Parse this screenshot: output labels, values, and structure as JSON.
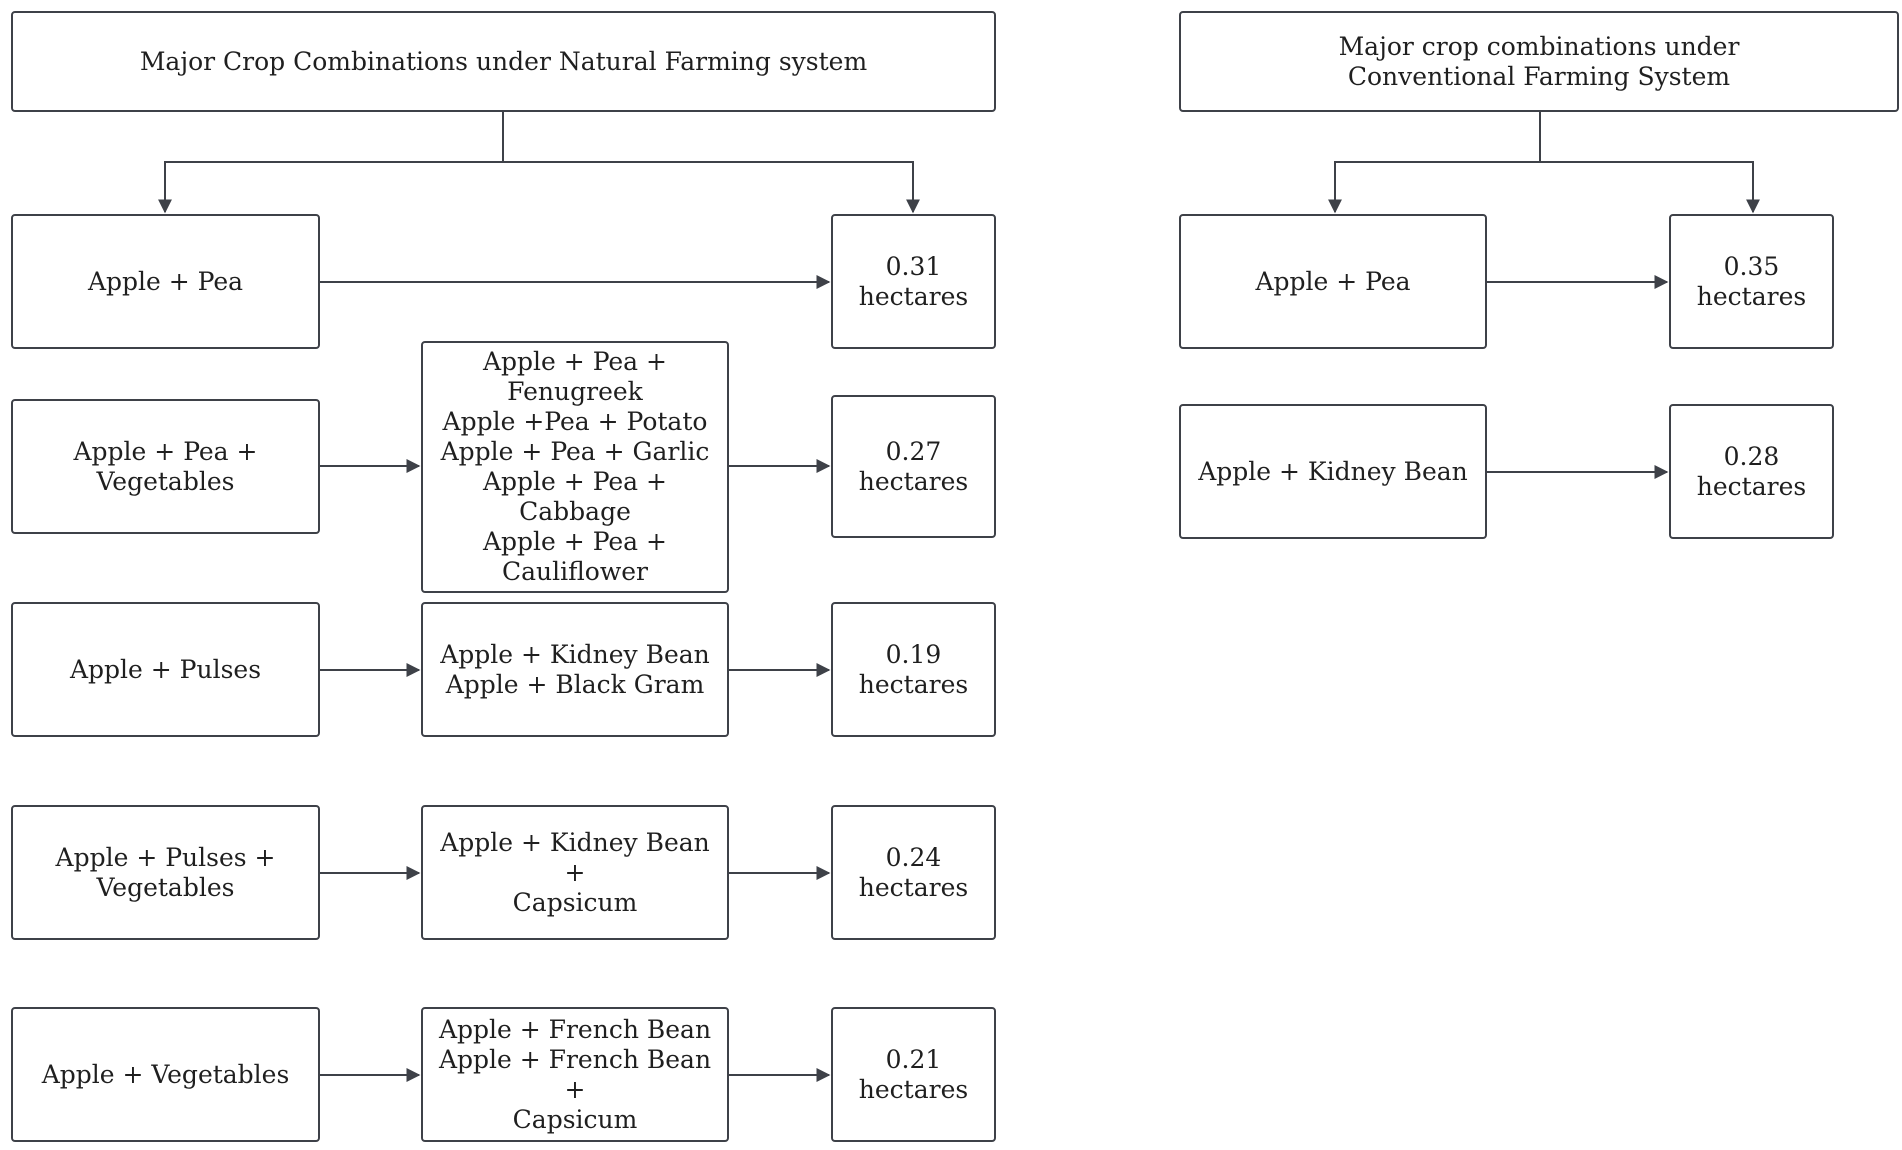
{
  "natural": {
    "title": "Major Crop Combinations under Natural Farming system",
    "rows": [
      {
        "group": "Apple + Pea",
        "combinations": [],
        "area": [
          "0.31",
          "hectares"
        ]
      },
      {
        "group": "Apple + Pea + Vegetables",
        "combinations": [
          "Apple + Pea +",
          "Fenugreek",
          "Apple +Pea + Potato",
          "Apple + Pea + Garlic",
          "Apple + Pea + Cabbage",
          "Apple + Pea +",
          "Cauliflower"
        ],
        "area": [
          "0.27",
          "hectares"
        ]
      },
      {
        "group": "Apple + Pulses",
        "combinations": [
          "Apple + Kidney Bean",
          "Apple + Black Gram"
        ],
        "area": [
          "0.19",
          "hectares"
        ]
      },
      {
        "group": "Apple + Pulses + Vegetables",
        "combinations": [
          "Apple + Kidney Bean +",
          "Capsicum"
        ],
        "area": [
          "0.24",
          "hectares"
        ]
      },
      {
        "group": "Apple + Vegetables",
        "combinations": [
          "Apple + French Bean",
          "Apple + French Bean +",
          "Capsicum"
        ],
        "area": [
          "0.21",
          "hectares"
        ]
      }
    ]
  },
  "conventional": {
    "title": "Major crop combinations under Conventional Farming System",
    "rows": [
      {
        "group": "Apple + Pea",
        "area": [
          "0.35",
          "hectares"
        ]
      },
      {
        "group": "Apple + Kidney Bean",
        "area": [
          "0.28",
          "hectares"
        ]
      }
    ]
  }
}
